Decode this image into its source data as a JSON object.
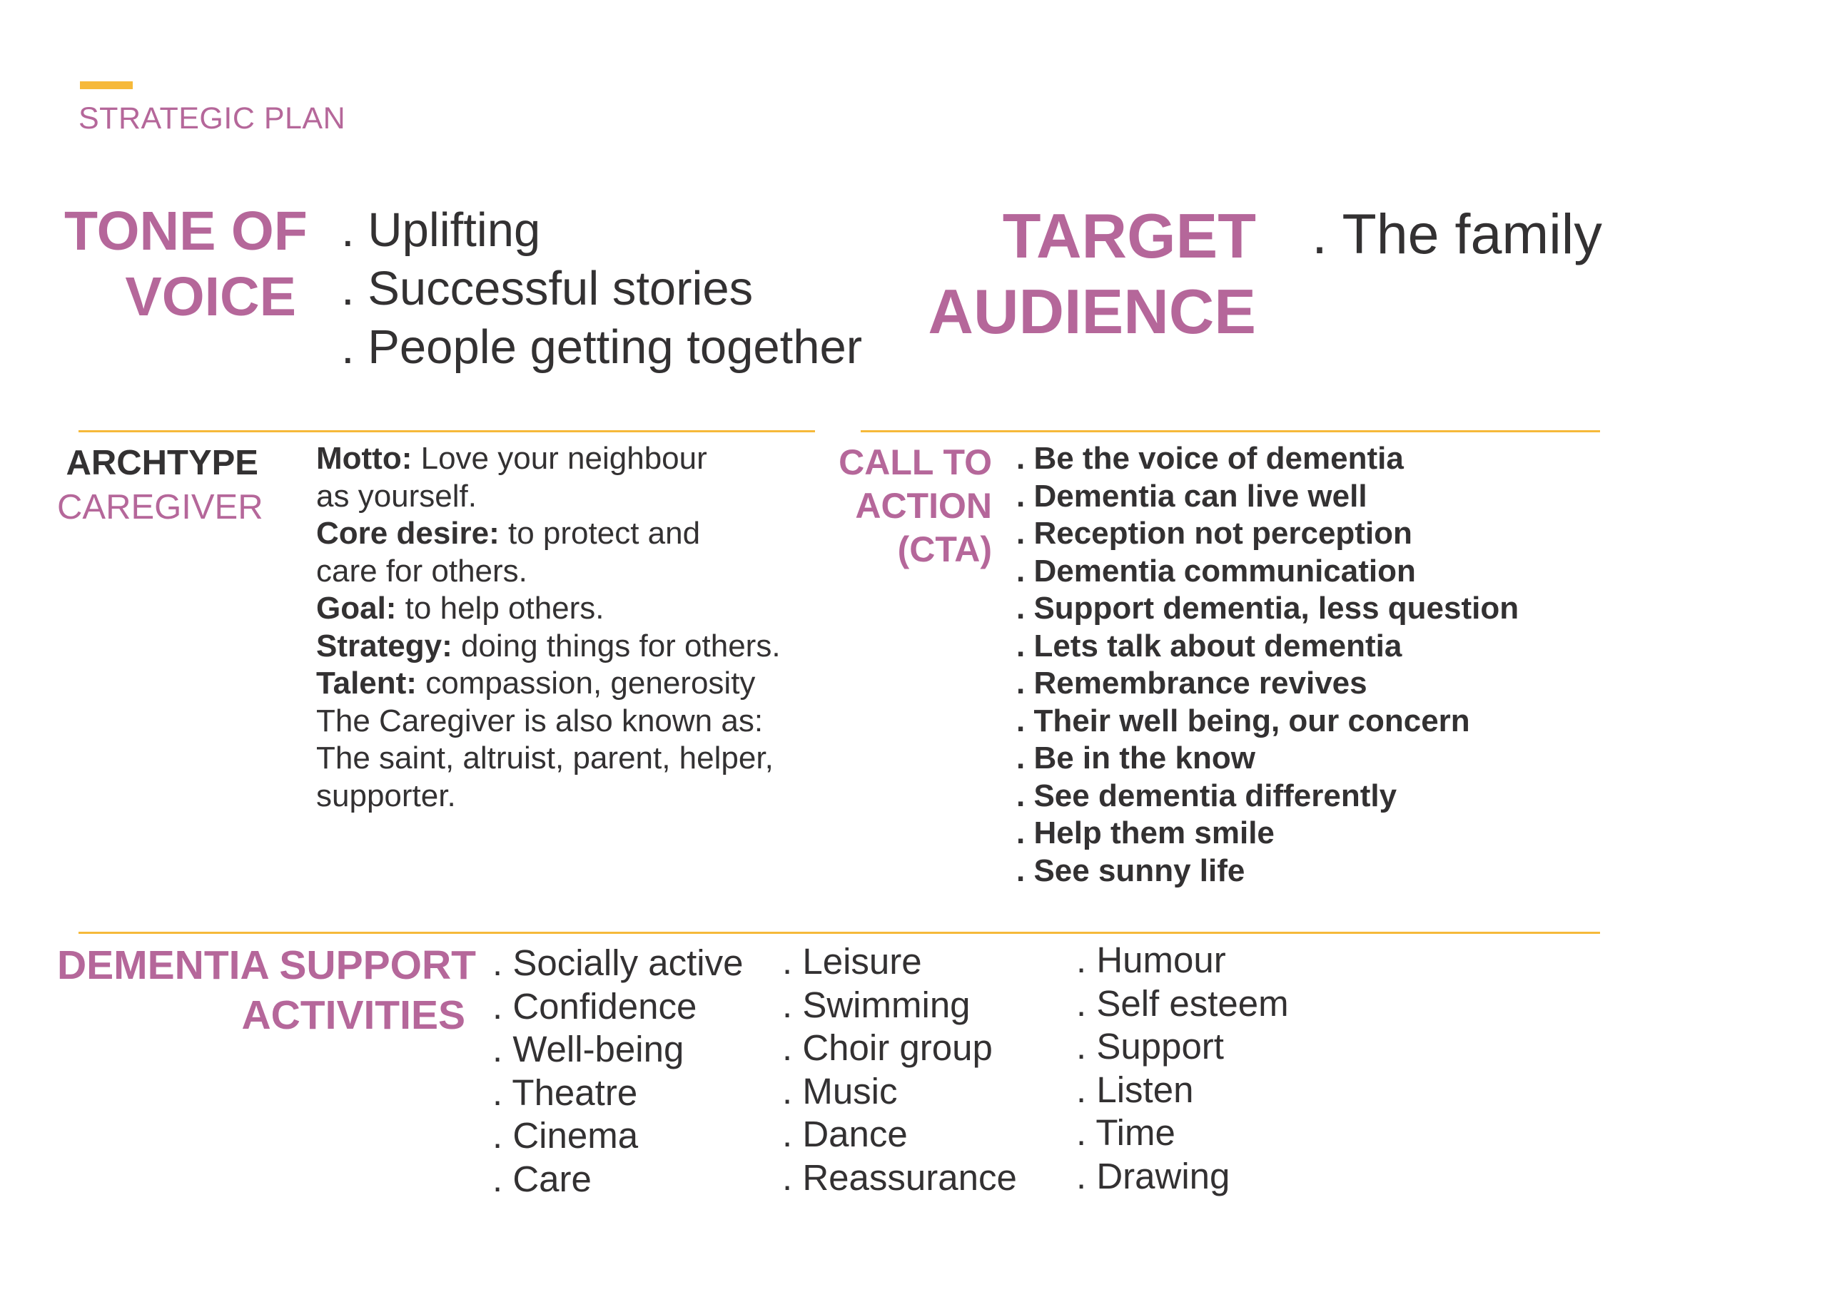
{
  "header": {
    "section_label": "STRATEGIC PLAN",
    "accent_color": "#f6b93a"
  },
  "colors": {
    "heading_purple": "#b5679a",
    "text_dark": "#333132",
    "rule_gold": "#f6b93a"
  },
  "tone_of_voice": {
    "heading_line1": "TONE OF",
    "heading_line2": "VOICE",
    "items": [
      ". Uplifting",
      ". Successful stories",
      ". People getting together"
    ]
  },
  "target_audience": {
    "heading_line1": "TARGET",
    "heading_line2": "AUDIENCE",
    "items": [
      ". The family"
    ]
  },
  "archetype": {
    "heading_line1": "ARCHTYPE",
    "heading_line2": "CAREGIVER",
    "motto_label": "Motto:",
    "motto_text": " Love your neighbour",
    "motto_cont": "as yourself.",
    "core_desire_label": "Core desire:",
    "core_desire_text": " to protect and",
    "core_desire_cont": "care for others.",
    "goal_label": "Goal:",
    "goal_text": " to help others.",
    "strategy_label": "Strategy:",
    "strategy_text": " doing things for others.",
    "talent_label": "Talent:",
    "talent_text": " compassion, generosity",
    "known_as_line1": "The Caregiver is also known as:",
    "known_as_line2": "The saint, altruist, parent, helper,",
    "known_as_line3": "supporter."
  },
  "call_to_action": {
    "heading_line1": "CALL TO",
    "heading_line2": "ACTION",
    "heading_line3": "(CTA)",
    "items": [
      ". Be the voice of dementia",
      ". Dementia can live well",
      ". Reception not perception",
      ". Dementia communication",
      ". Support dementia, less question",
      ". Lets talk about dementia",
      ". Remembrance revives",
      ". Their well being, our concern",
      ". Be in the know",
      ". See dementia differently",
      ". Help them smile",
      ". See sunny life"
    ]
  },
  "activities": {
    "heading_line1": "DEMENTIA SUPPORT",
    "heading_line2": "ACTIVITIES",
    "column1": [
      ". Socially active",
      ". Confidence",
      ". Well-being",
      ". Theatre",
      ". Cinema",
      ". Care"
    ],
    "column2": [
      ". Leisure",
      ". Swimming",
      ". Choir group",
      ". Music",
      ". Dance",
      ". Reassurance"
    ],
    "column3": [
      ". Humour",
      ". Self esteem",
      ". Support",
      ". Listen",
      ". Time",
      ". Drawing"
    ]
  }
}
